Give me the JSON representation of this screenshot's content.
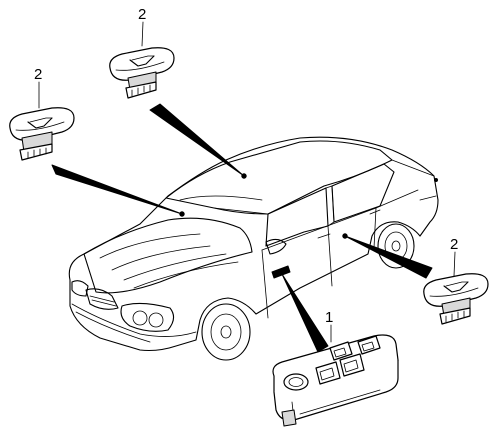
{
  "diagram": {
    "callouts": {
      "switch_top": "2",
      "switch_left": "2",
      "switch_right": "2",
      "master_switch": "1"
    }
  }
}
